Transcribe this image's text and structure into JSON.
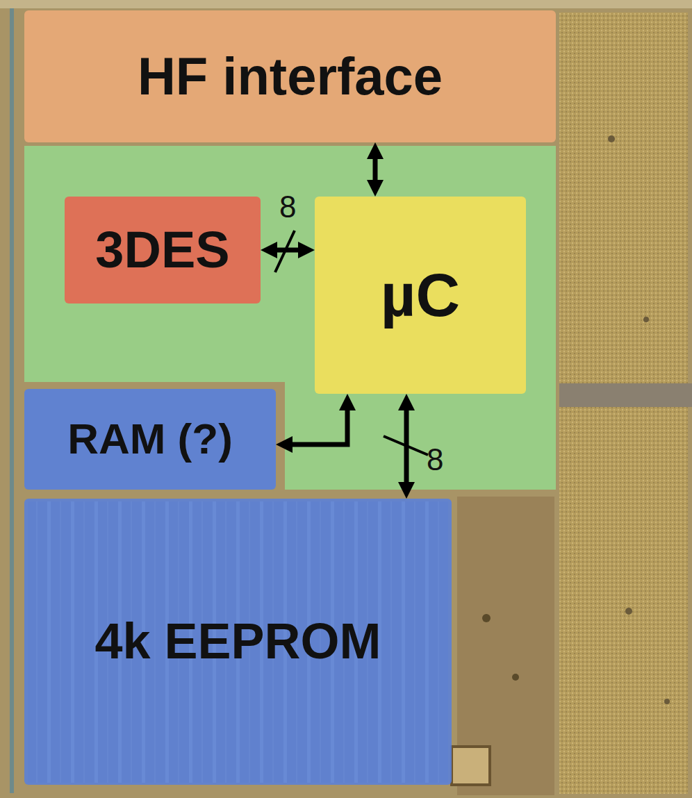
{
  "diagram": {
    "nodes": [
      {
        "text": [
          "HF interface"
        ]
      },
      {
        "text": [
          "3DES"
        ]
      },
      {
        "text": [
          "µC"
        ]
      },
      {
        "text": [
          "RAM (?)"
        ]
      },
      {
        "text": [
          "4k EEPROM"
        ]
      }
    ],
    "edges": [
      {
        "from": 0,
        "to": 2,
        "arrow": "both"
      },
      {
        "from": 1,
        "to": 2,
        "label": "8",
        "arrow": "both"
      },
      {
        "from": 2,
        "to": 3,
        "arrow": "both"
      },
      {
        "from": 2,
        "to": 4,
        "label": "8",
        "arrow": "both"
      }
    ]
  }
}
